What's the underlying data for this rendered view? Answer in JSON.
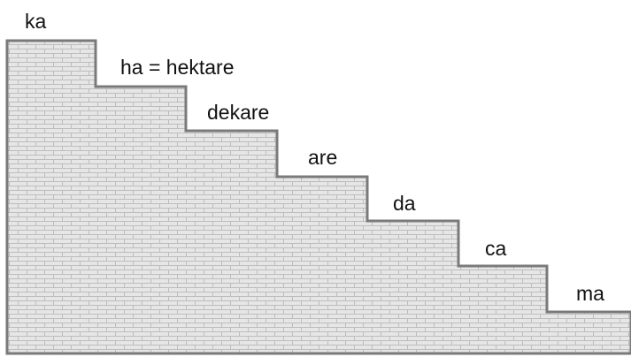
{
  "steps": [
    {
      "label": "ka"
    },
    {
      "label": "ha = hektare"
    },
    {
      "label": "dekare"
    },
    {
      "label": "are"
    },
    {
      "label": "da"
    },
    {
      "label": "ca"
    },
    {
      "label": "ma"
    }
  ],
  "colors": {
    "brick_fill": "#e6e6e6",
    "mortar": "#bdbdbd",
    "outline": "#7a7a7a",
    "text": "#111111"
  }
}
